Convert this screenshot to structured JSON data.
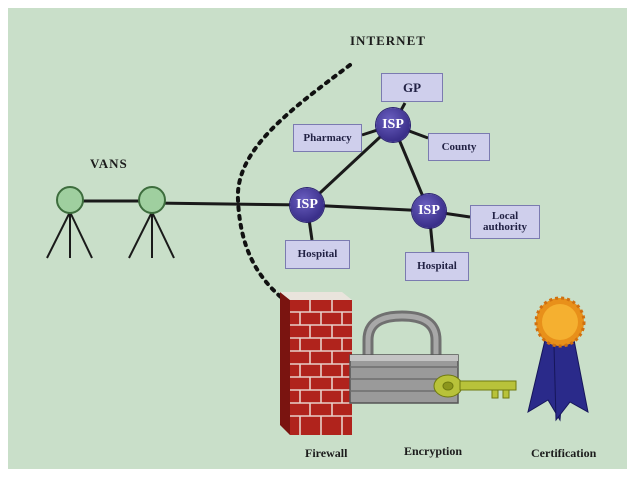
{
  "labels": {
    "internet": "INTERNET",
    "vans": "VANS",
    "firewall": "Firewall",
    "encryption": "Encryption",
    "certification": "Certification"
  },
  "isp_label": "ISP",
  "boxes": {
    "gp": "GP",
    "pharmacy": "Pharmacy",
    "county": "County",
    "hospital_left": "Hospital",
    "hospital_right": "Hospital",
    "local_authority": "Local authority"
  },
  "colors": {
    "background": "#c9dfc9",
    "isp_node": "#3a2f8a",
    "entity_box": "#cfcfec",
    "van_node": "#9fcf9f",
    "firewall_brick": "#b0231c",
    "padlock": "#9a9a9a",
    "key": "#b8c23a",
    "rosette": "#f0a020",
    "ribbon": "#2a2a8a"
  },
  "icons": [
    "van-node-icon",
    "firewall-icon",
    "padlock-icon",
    "key-icon",
    "certification-rosette-icon"
  ]
}
